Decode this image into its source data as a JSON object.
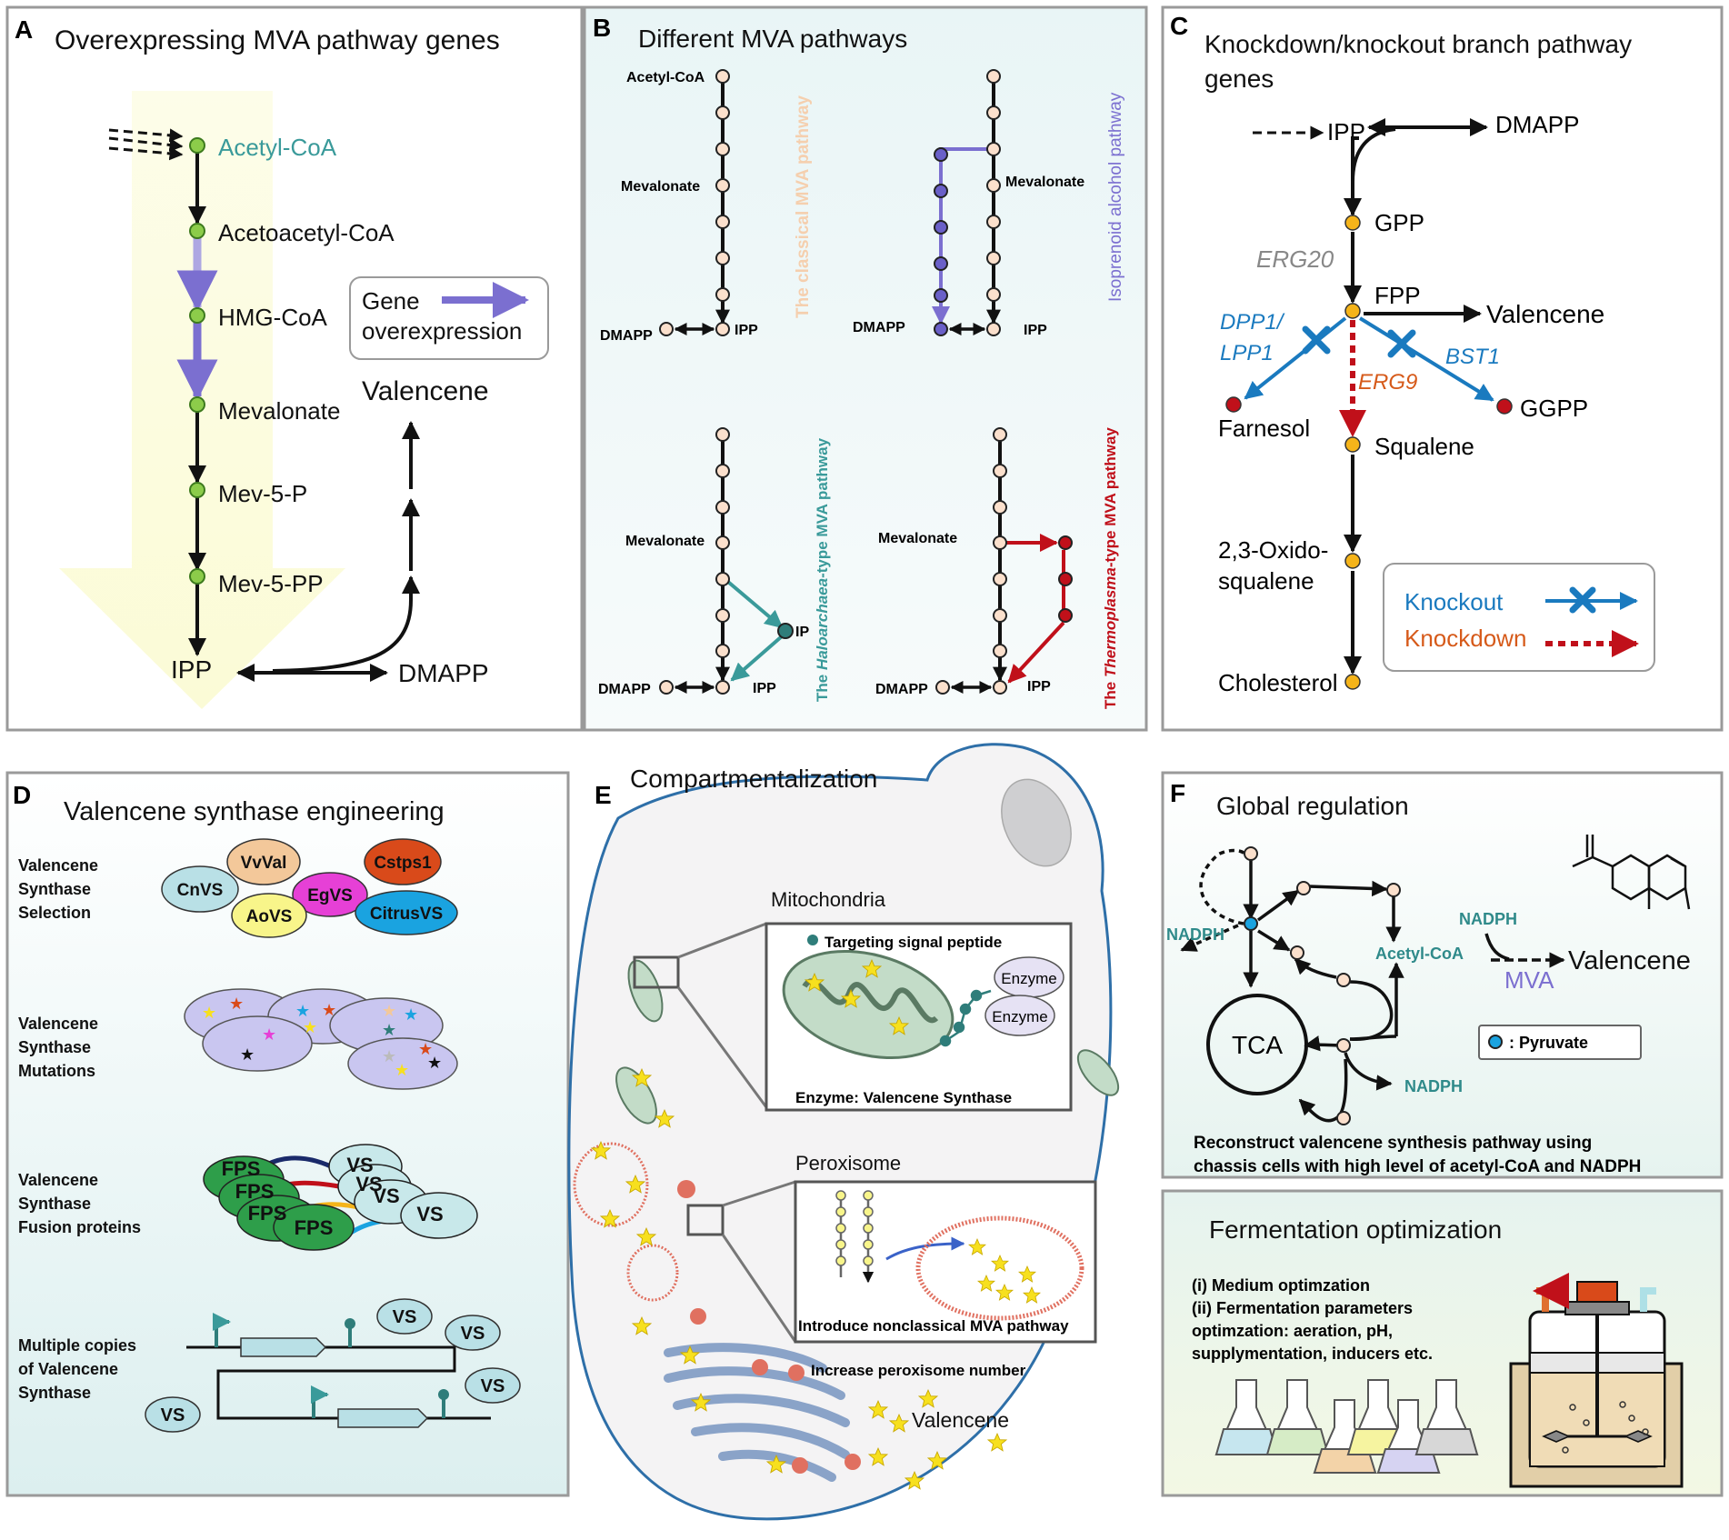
{
  "panels": {
    "a": {
      "letter": "A",
      "title": "Overexpressing MVA pathway genes",
      "metabolites": [
        "Acetyl-CoA",
        "Acetoacetyl-CoA",
        "HMG-CoA",
        "Mevalonate",
        "Mev-5-P",
        "Mev-5-PP"
      ],
      "ipp": "IPP",
      "dmapp": "DMAPP",
      "product": "Valencene",
      "legend_line1": "Gene",
      "legend_line2": "overexpression"
    },
    "b": {
      "letter": "B",
      "title": "Different MVA pathways",
      "acetyl_coa": "Acetyl-CoA",
      "mevalonate": "Mevalonate",
      "dmapp": "DMAPP",
      "ipp": "IPP",
      "ip": "IP",
      "classical": "The classical MVA pathway",
      "isoprenoid": "Isoprenoid alcohol pathway",
      "halo_prefix": "The ",
      "halo_italic": "Haloarchaea",
      "halo_suffix": "-type MVA pathway",
      "thermo_prefix": "The ",
      "thermo_italic": "Thermoplasma",
      "thermo_suffix": "-type MVA pathway"
    },
    "c": {
      "letter": "C",
      "title_line1": "Knockdown/knockout branch pathway",
      "title_line2": "genes",
      "ipp": "IPP",
      "dmapp": "DMAPP",
      "gpp": "GPP",
      "erg20": "ERG20",
      "fpp": "FPP",
      "valencene": "Valencene",
      "dpp1": "DPP1/",
      "lpp1": "LPP1",
      "bst1": "BST1",
      "erg9": "ERG9",
      "farnesol": "Farnesol",
      "ggpp": "GGPP",
      "squalene": "Squalene",
      "oxido1": "2,3-Oxido-",
      "oxido2": "squalene",
      "cholesterol": "Cholesterol",
      "knockout": "Knockout",
      "knockdown": "Knockdown"
    },
    "d": {
      "letter": "D",
      "title": "Valencene synthase engineering",
      "sel_lines": [
        "Valencene",
        "Synthase",
        "Selection"
      ],
      "mut_lines": [
        "Valencene",
        "Synthase",
        "Mutations"
      ],
      "fus_lines": [
        "Valencene",
        "Synthase",
        "Fusion proteins"
      ],
      "copy_lines": [
        "Multiple copies",
        "of Valencene",
        "Synthase"
      ],
      "enzymes": [
        "VvVal",
        "Cstps1",
        "CnVS",
        "EgVS",
        "AoVS",
        "CitrusVS"
      ],
      "fps": "FPS",
      "vs": "VS"
    },
    "e": {
      "letter": "E",
      "title": "Compartmentalization",
      "mitochondria": "Mitochondria",
      "signal": "Targeting signal peptide",
      "enzyme": "Enzyme",
      "enzyme_caption": "Enzyme: Valencene Synthase",
      "peroxisome": "Peroxisome",
      "nonclassical": "Introduce nonclassical MVA pathway",
      "increase": "Increase peroxisome number",
      "valencene": "Valencene"
    },
    "f": {
      "letter": "F",
      "title": "Global regulation",
      "nadph": "NADPH",
      "acetyl_coa": "Acetyl-CoA",
      "tca": "TCA",
      "mva": "MVA",
      "valencene": "Valencene",
      "pyruvate": ": Pyruvate",
      "summary_line1": "Reconstruct valencene synthesis pathway using",
      "summary_line2": "chassis cells with high level of acetyl-CoA and NADPH",
      "ferm_title": "Fermentation optimization",
      "ferm_line1": "(i)  Medium optimzation",
      "ferm_line2": "(ii) Fermentation parameters",
      "ferm_line3": "optimzation: aeration, pH,",
      "ferm_line4": "supplymentation, inducers etc."
    }
  },
  "colors": {
    "teal": "#3a9a9a",
    "purple": "#7b6fd0",
    "red": "#c0101a",
    "blue": "#1a7abf",
    "orange_node": "#f5b41a",
    "peach_node": "#fbe0cc",
    "green_node": "#8ccc4a"
  }
}
